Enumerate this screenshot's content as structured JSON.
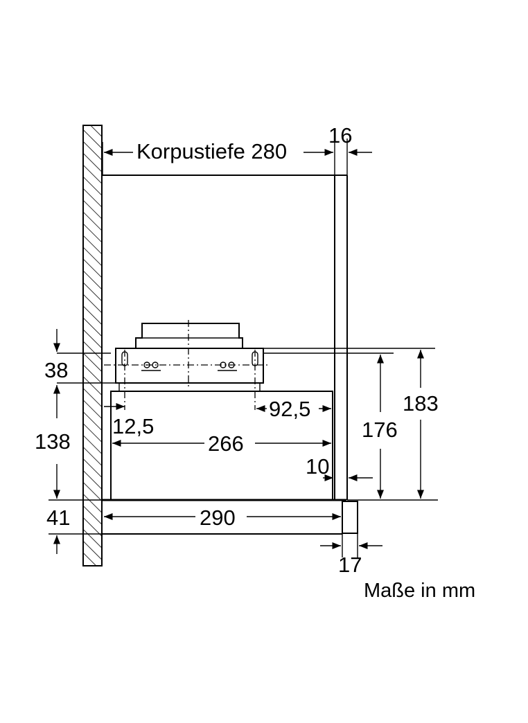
{
  "labels": {
    "korpustiefe": "Korpustiefe 280",
    "top_right": "16",
    "d38": "38",
    "d138": "138",
    "d41": "41",
    "d12_5": "12,5",
    "d92_5": "92,5",
    "d266": "266",
    "d176": "176",
    "d183": "183",
    "d10": "10",
    "d290": "290",
    "d17": "17"
  },
  "unit_note": "Maße in mm"
}
